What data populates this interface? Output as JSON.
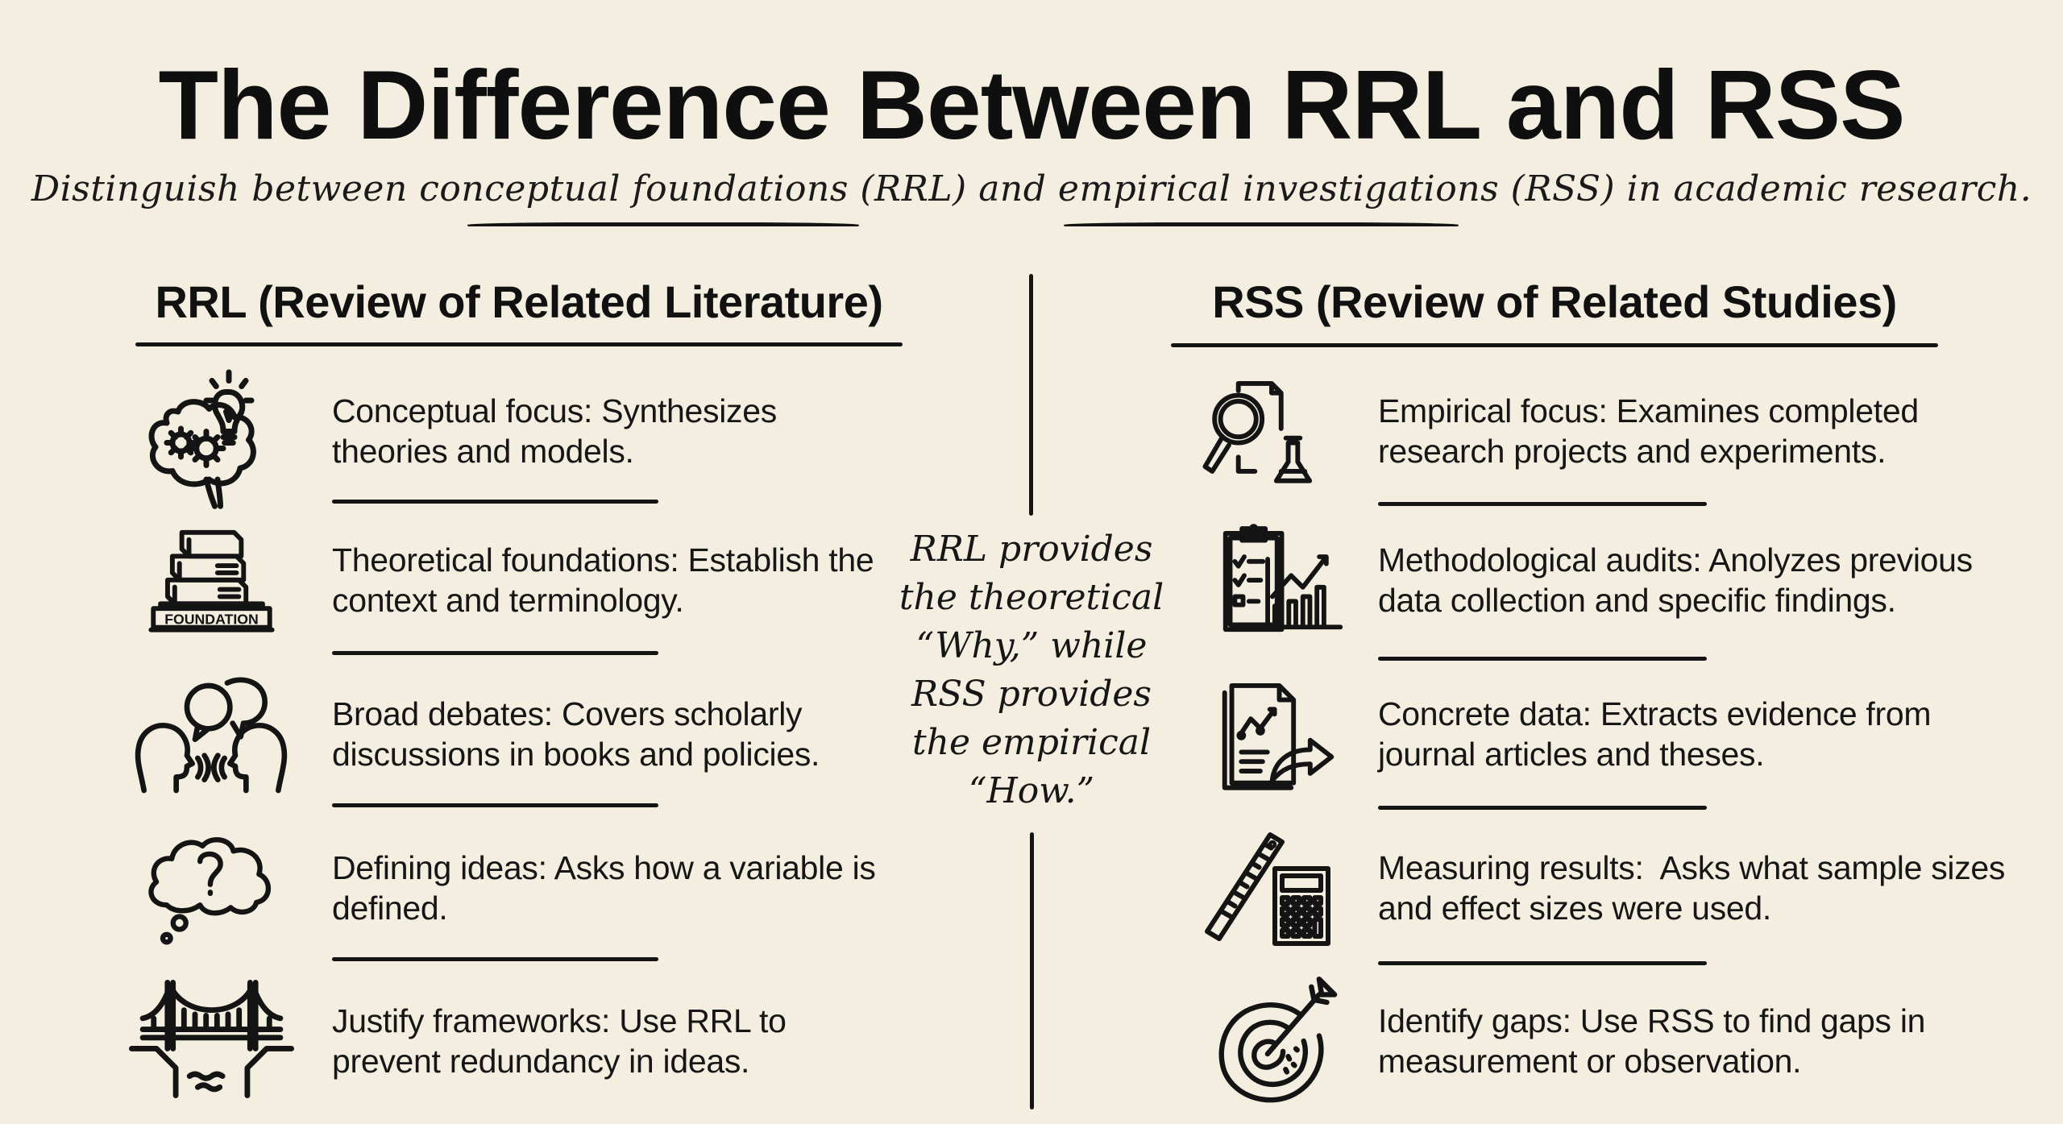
{
  "title": "The Difference Between RRL and RSS",
  "subtitle": {
    "prefix": "Distinguish between ",
    "term1": "conceptual foundations",
    "middle": " (RRL) and ",
    "term2": "empirical investigations",
    "suffix": " (RSS) in academic research."
  },
  "center_quote": {
    "lines": [
      "RRL provides",
      "the theoretical",
      "“Why,” while",
      "RSS provides",
      "the empirical",
      "“How.”"
    ]
  },
  "rrl": {
    "header": "RRL (Review of Related Literature)",
    "items": [
      {
        "icon": "brain-gears-lightbulb-icon",
        "label": "Conceptual focus:",
        "text": " Synthesizes theories and models."
      },
      {
        "icon": "foundation-books-icon",
        "icon_caption": "FOUNDATION",
        "label": "Theoretical foundations:",
        "text": " Establish the context and terminology."
      },
      {
        "icon": "debate-heads-speech-icon",
        "label": "Broad debates:",
        "text": " Covers scholarly discussions in books and policies."
      },
      {
        "icon": "thought-cloud-question-icon",
        "label": "Defining ideas:",
        "text": " Asks how a variable is defined."
      },
      {
        "icon": "bridge-icon",
        "label": "Justify frameworks:",
        "text": " Use RRL to prevent redundancy in ideas."
      }
    ]
  },
  "rss": {
    "header": "RSS (Review of Related Studies)",
    "items": [
      {
        "icon": "magnifier-flask-document-icon",
        "label": "Empirical focus:",
        "text": " Examines completed research projects and experiments."
      },
      {
        "icon": "clipboard-checklist-chart-icon",
        "label": "Methodological audits:",
        "text": " Anolyzes previous data collection and specific findings."
      },
      {
        "icon": "document-chart-extract-icon",
        "label": "Concrete data:",
        "text": " Extracts evidence from journal articles and theses."
      },
      {
        "icon": "ruler-calculator-icon",
        "label": "Measuring results:",
        "text": "  Asks what sample sizes and effect sizes were used."
      },
      {
        "icon": "target-dart-icon",
        "label": "Identify gaps:",
        "text": " Use RSS to find gaps in measurement or observation."
      }
    ]
  },
  "colors": {
    "background": "#f3eedf",
    "ink": "#141414"
  }
}
